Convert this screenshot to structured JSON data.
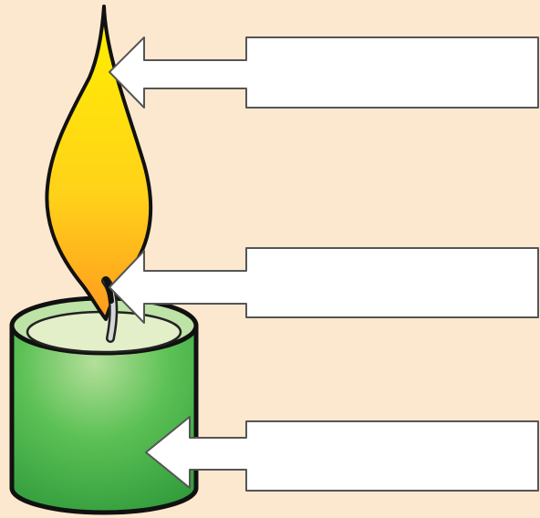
{
  "diagram": {
    "background_color": "#fce8cf",
    "parts": [
      {
        "id": "flame",
        "label": ""
      },
      {
        "id": "wick",
        "label": ""
      },
      {
        "id": "candle-body",
        "label": ""
      }
    ],
    "colors": {
      "flame_top": "#fff000",
      "flame_bottom": "#ff9a1e",
      "wax_top": "#e2efc8",
      "candle_light": "#a3d88a",
      "candle_mid": "#4cba4a",
      "candle_dark": "#2f9a3b",
      "outline": "#111111",
      "arrow_fill": "#ffffff",
      "arrow_stroke": "#555555"
    }
  }
}
